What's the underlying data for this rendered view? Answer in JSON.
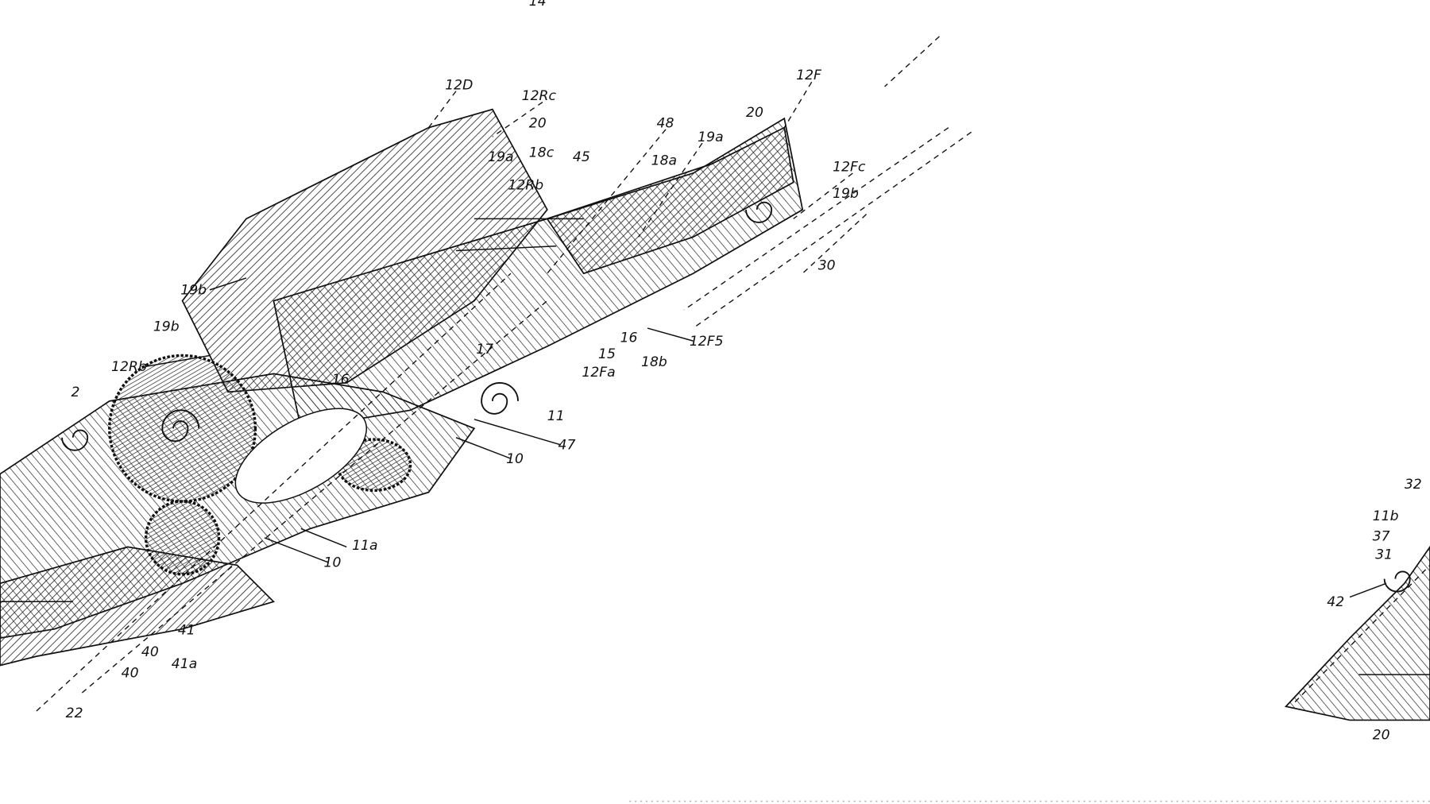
{
  "figure": {
    "labels": [
      "14",
      "12D",
      "12Rc",
      "20",
      "48",
      "19a",
      "19a",
      "18c",
      "45",
      "18a",
      "12Rb",
      "12F",
      "12Fc",
      "19b",
      "30",
      "20",
      "19b",
      "19b",
      "12Rb",
      "2",
      "12F5",
      "18b",
      "12Fa",
      "16",
      "15",
      "17",
      "16",
      "11",
      "47",
      "10",
      "11a",
      "10",
      "41",
      "40",
      "41a",
      "40",
      "22",
      "32",
      "11b",
      "37",
      "31",
      "42",
      "20"
    ]
  },
  "colors": {
    "ink": "#111111",
    "background": "#ffffff"
  }
}
